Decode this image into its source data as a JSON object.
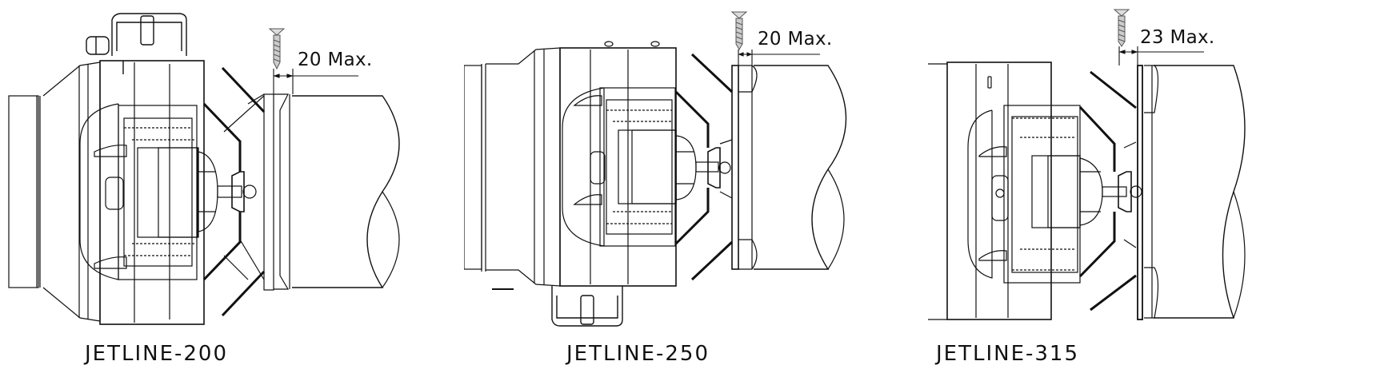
{
  "diagram": {
    "type": "technical-drawing",
    "subject": "Inline duct fan side section views with duct connection",
    "colors": {
      "line": "#111111",
      "background": "#ffffff",
      "screw": "#555555"
    },
    "panels": [
      {
        "model": "JETLINE-200",
        "dimension_label": "20 Max.",
        "fastener_icon": "screw-icon"
      },
      {
        "model": "JETLINE-250",
        "dimension_label": "20 Max.",
        "fastener_icon": "screw-icon"
      },
      {
        "model": "JETLINE-315",
        "dimension_label": "23 Max.",
        "fastener_icon": "screw-icon"
      }
    ]
  }
}
